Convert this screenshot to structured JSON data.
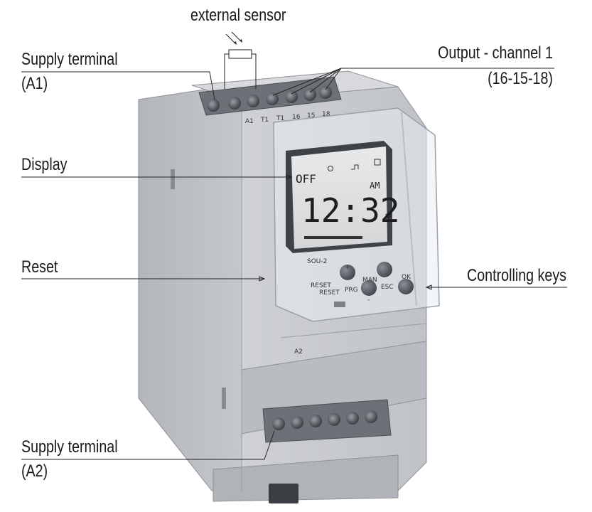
{
  "labels": {
    "external_sensor": "external sensor",
    "supply_a1_line1": "Supply terminal",
    "supply_a1_line2": "(A1)",
    "output_line1": "Output - channel 1",
    "output_line2": "(16-15-18)",
    "display": "Display",
    "reset": "Reset",
    "controlling_keys": "Controlling keys",
    "supply_a2_line1": "Supply terminal",
    "supply_a2_line2": "(A2)"
  },
  "device": {
    "terminal_labels": [
      "A1",
      "T1",
      "T1",
      "16",
      "15",
      "18"
    ],
    "bottom_terminal_label": "A2",
    "model": "SOU-2",
    "lcd": {
      "status": "OFF",
      "time": "12:32",
      "ampm": "AM"
    },
    "keys": {
      "reset": "RESET",
      "prg": "PRG",
      "man": "MAN",
      "esc": "ESC",
      "ok": "OK",
      "plus": "+",
      "minus": "-"
    }
  },
  "colors": {
    "body": "#c9cbcf",
    "body_dark": "#a9acb1",
    "lcd_bg": "#dcdedf",
    "key": "#555a61"
  }
}
